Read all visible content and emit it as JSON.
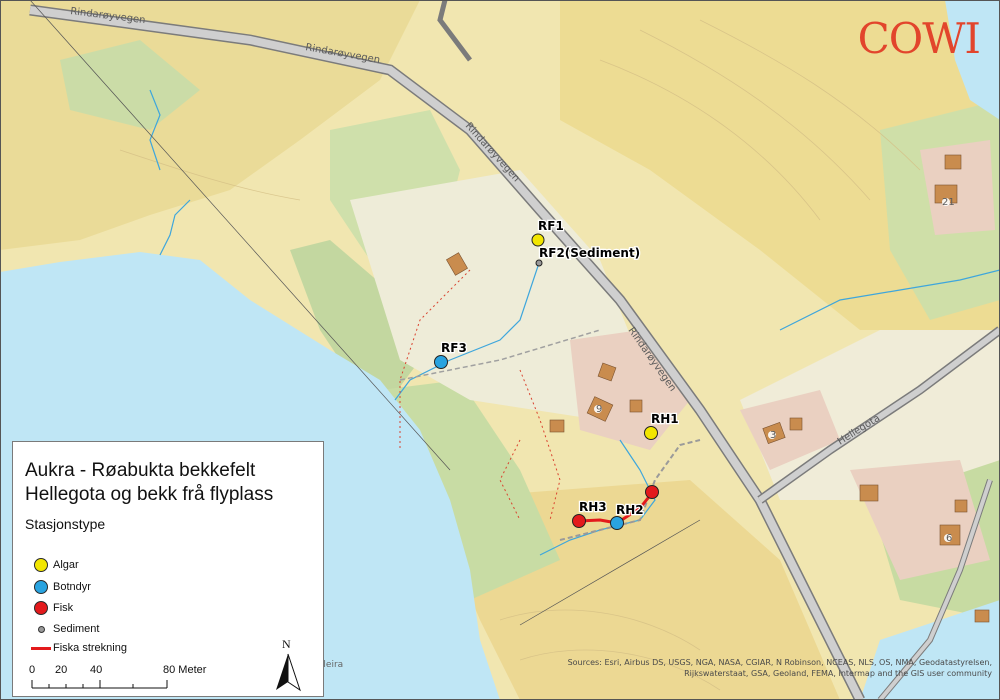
{
  "map": {
    "logo": "COWI",
    "roads": {
      "rindaroyvegen_label_1": "Rindarøyvegen",
      "rindaroyvegen_label_2": "Rindarøyvegen",
      "rindaroyvegen_label_3": "Rindarøyvegen",
      "rindaroyvegen_label_4": "Rindarøyvegen",
      "hellegota_label": "Hellegota"
    },
    "place_text": "dsleira",
    "house_numbers": [
      "9",
      "21",
      "3",
      "6"
    ],
    "stations": [
      {
        "label": "RF1",
        "type": "Algar"
      },
      {
        "label": "RF2(Sediment)",
        "type": "Sediment"
      },
      {
        "label": "RF3",
        "type": "Botndyr"
      },
      {
        "label": "RH1",
        "type": "Algar"
      },
      {
        "label": "RH2",
        "type": "Botndyr"
      },
      {
        "label": "RH3",
        "type": "Fisk"
      },
      {
        "label": "",
        "type": "Fisk"
      }
    ],
    "attribution": "Sources: Esri, Airbus DS, USGS, NGA, NASA, CGIAR, N Robinson, NCEAS, NLS, OS, NMA, Geodatastyrelsen, Rijkswaterstaat, GSA, Geoland, FEMA, Intermap and the GIS user community"
  },
  "legend": {
    "title_line1": "Aukra - Røabukta bekkefelt",
    "title_line2": "Hellegota og bekk frå flyplass",
    "subtitle": "Stasjonstype",
    "items": [
      {
        "label": "Algar",
        "color": "#f2e600"
      },
      {
        "label": "Botndyr",
        "color": "#29a3e0"
      },
      {
        "label": "Fisk",
        "color": "#e31a1c"
      },
      {
        "label": "Sediment",
        "color": "#9a9a9a"
      },
      {
        "label": "Fiska strekning",
        "color": "#e31a1c"
      }
    ],
    "scale": {
      "ticks": [
        "0",
        "20",
        "40",
        "80 Meter"
      ]
    },
    "north_label": "N"
  }
}
